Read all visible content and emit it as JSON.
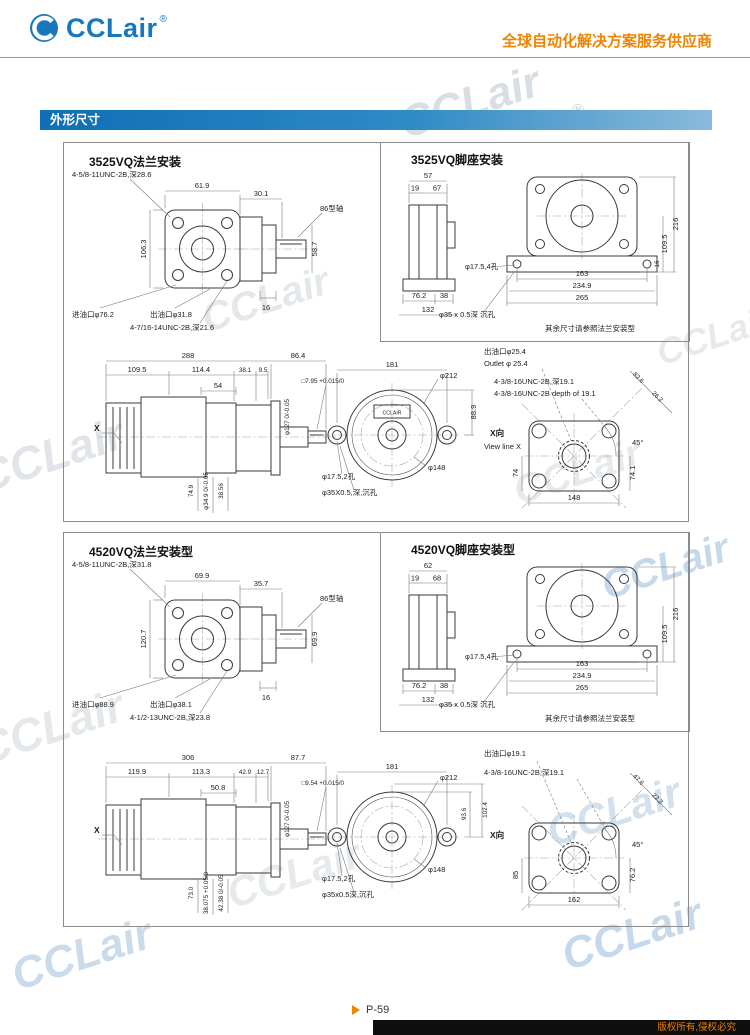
{
  "header": {
    "logo_text": "CCLair",
    "registered_mark": "®",
    "tagline": "全球自动化解决方案服务供应商"
  },
  "section": {
    "title": "外形尺寸"
  },
  "watermark": "CCLair",
  "footer": {
    "page_number": "P-59",
    "copyright": "版权所有,侵权必究"
  },
  "colors": {
    "brand_blue": "#1878be",
    "accent_orange": "#f08300"
  },
  "box3525": {
    "flange": {
      "title": "3525VQ法兰安装",
      "thread_top": "4-5/8-11UNC-2B,深28.6",
      "dim_top_a": "61.9",
      "dim_top_b": "30.1",
      "shaft_note": "86型轴",
      "dim_left": "106.3",
      "dim_right": "58.7",
      "inlet": "进油口φ76.2",
      "outlet": "出油口φ31.8",
      "dim_16": "16",
      "thread_bottom": "4-7/16-14UNC-2B,深21.6"
    },
    "foot": {
      "title": "3525VQ脚座安装",
      "dim_top": "57",
      "dim_a": "19",
      "dim_b": "67",
      "dim_216": "216",
      "dim_109_5": "109.5",
      "dim_16": "16",
      "dim_163": "163",
      "dim_234_9": "234.9",
      "dim_265": "265",
      "holes": "φ17.5,4孔",
      "dim_76_2": "76.2",
      "dim_38": "38",
      "dim_132": "132",
      "counterbore": "φ35 x 0.5深 沉孔",
      "note": "其余尺寸请参照法兰安装型"
    },
    "side": {
      "dim_len": "288",
      "dim_shaft": "86.4",
      "dim_s1": "109.5",
      "dim_s2": "114.4",
      "dim_s3": "38.1",
      "dim_s4": "9.5",
      "key_note": "□7.95 +0.015/0",
      "dim_mid": "54",
      "view_x": "X",
      "pilot": "φ127 0/-0.05",
      "dim_v1": "74.9",
      "dim_v2": "φ34.9 0/-0.05",
      "dim_v3": "38.56"
    },
    "front": {
      "dim_181": "181",
      "face_label": "CCLAIR",
      "dia_212": "φ212",
      "dim_88_9": "88.9",
      "dia_148": "φ148",
      "holes": "φ17.5,2孔",
      "counterbore": "φ35X0.5,深,沉孔"
    },
    "xview": {
      "outlet_cn": "出油口φ25.4",
      "outlet_en": "Outlet φ 25.4",
      "thread_cn": "4-3/8-16UNC-2B,深19.1",
      "thread_en": "4-3/8-16UNC-2B depth of 19.1",
      "view_cn": "X向",
      "view_en": "View line X",
      "dim_diag1": "82.6",
      "dim_diag2": "26.2",
      "dim_half_v": "74",
      "dim_width": "148",
      "dim_half_r": "74.1",
      "angle": "45°"
    }
  },
  "box4520": {
    "flange": {
      "title": "4520VQ法兰安装型",
      "thread_top": "4-5/8-11UNC-2B,深31.8",
      "dim_top_a": "69.9",
      "dim_top_b": "35.7",
      "shaft_note": "86型轴",
      "dim_left": "120.7",
      "dim_right": "69.9",
      "inlet": "进油口φ88.9",
      "outlet": "出油口φ38.1",
      "dim_16": "16",
      "thread_bottom": "4-1/2-13UNC-2B,深23.8"
    },
    "foot": {
      "title": "4520VQ脚座安装型",
      "dim_top": "62",
      "dim_a": "19",
      "dim_b": "68",
      "dim_216": "216",
      "dim_109_5": "109.5",
      "dim_163": "163",
      "dim_234_9": "234.9",
      "dim_265": "265",
      "holes": "φ17.5,4孔",
      "dim_76_2": "76.2",
      "dim_38": "38",
      "dim_132": "132",
      "counterbore": "φ35 x 0.5深 沉孔",
      "note": "其余尺寸请参照法兰安装型"
    },
    "side": {
      "dim_len": "306",
      "dim_shaft": "87.7",
      "dim_s1": "119.9",
      "dim_s2": "113.3",
      "dim_s3": "42.9",
      "dim_s4": "12.7",
      "key_note": "□9.54 +0.015/0",
      "dim_mid": "50.8",
      "view_x": "X",
      "pilot": "φ127 0/-0.05",
      "dim_v1": "73.0",
      "dim_v2": "38.075 +0.05/0",
      "dim_v3": "42.38 0/-0.05"
    },
    "front": {
      "dim_181": "181",
      "dia_212": "φ212",
      "dim_93_6": "93.6",
      "dim_102_4": "102.4",
      "dia_148": "φ148",
      "holes": "φ17.5,2孔",
      "counterbore": "φ35x0.5深,沉孔"
    },
    "xview": {
      "outlet_cn": "出油口φ19.1",
      "thread_cn": "4-3/8-16UNC-2B,深19.1",
      "view_cn": "X向",
      "dim_diag1": "47.6",
      "dim_diag2": "22.2",
      "dim_half_v": "85",
      "dim_width": "162",
      "dim_half_r": "76.2",
      "angle": "45°"
    }
  }
}
